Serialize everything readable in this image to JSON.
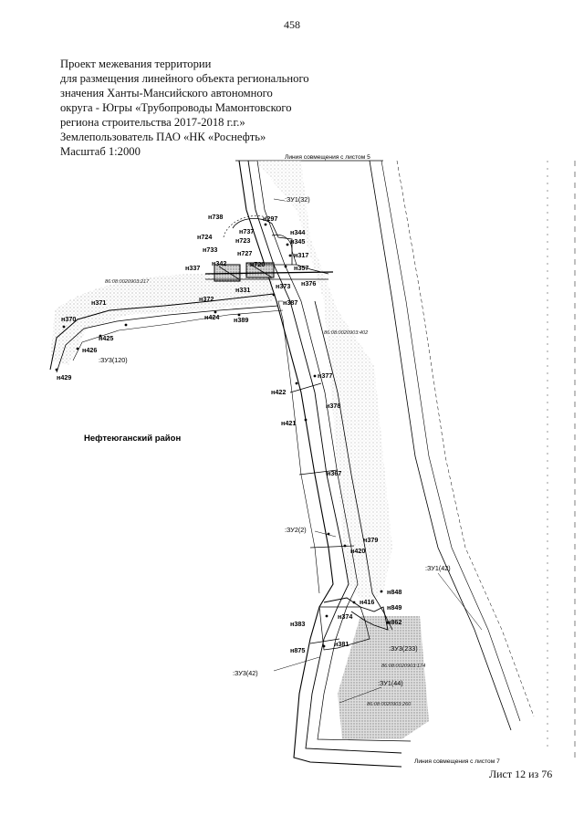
{
  "page_number": "458",
  "title_lines": [
    "Проект межевания территории",
    "для размещения линейного объекта регионального",
    "значения Ханты-Мансийского автономного",
    "округа - Югры «Трубопроводы Мамонтовского",
    "региона строительства 2017-2018 г.г.»",
    "Землепользователь ПАО «НК «Роснефть»",
    "Масштаб 1:2000"
  ],
  "sheet_label": "Лист 12 из 76",
  "map": {
    "match_line_top": "Линия совмещения с листом 5",
    "match_line_bottom": "Линия совмещения с листом 7",
    "district": "Нефтеюганский район",
    "parcels": [
      ":ЗУ1(32)",
      ":ЗУ3(120)",
      ":ЗУ2(2)",
      ":ЗУ1(42)",
      ":ЗУ3(233)",
      ":ЗУ3(42)",
      ":ЗУ1(44)"
    ],
    "cadastral": [
      "86:08:0020903:217",
      "86:08:0020903:402",
      "86:08:0020903:174",
      "86:08:0020903:260"
    ],
    "points": [
      {
        "id": "н738",
        "bold": true
      },
      {
        "id": "н297",
        "bold": true
      },
      {
        "id": "н737",
        "bold": true
      },
      {
        "id": "н724",
        "bold": true
      },
      {
        "id": "н723",
        "bold": true
      },
      {
        "id": "н727",
        "bold": true
      },
      {
        "id": "н733",
        "bold": true
      },
      {
        "id": "н344",
        "bold": true
      },
      {
        "id": "н345",
        "bold": true
      },
      {
        "id": "н317",
        "bold": true
      },
      {
        "id": "н337",
        "bold": true
      },
      {
        "id": "н342",
        "bold": true
      },
      {
        "id": "н720",
        "bold": true
      },
      {
        "id": "н357",
        "bold": true
      },
      {
        "id": "н331",
        "bold": true
      },
      {
        "id": "н373",
        "bold": true
      },
      {
        "id": "н376",
        "bold": true
      },
      {
        "id": "н372",
        "bold": true
      },
      {
        "id": "н387",
        "bold": true
      },
      {
        "id": "н371",
        "bold": true
      },
      {
        "id": "н424",
        "bold": true
      },
      {
        "id": "н389",
        "bold": true
      },
      {
        "id": "н370",
        "bold": true
      },
      {
        "id": "н425",
        "bold": true
      },
      {
        "id": "н426",
        "bold": true
      },
      {
        "id": "н429",
        "bold": true
      },
      {
        "id": "н377",
        "bold": true
      },
      {
        "id": "н422",
        "bold": true
      },
      {
        "id": "н378",
        "bold": true
      },
      {
        "id": "н421",
        "bold": true
      },
      {
        "id": "н367",
        "bold": true
      },
      {
        "id": "н379",
        "bold": true
      },
      {
        "id": "н420",
        "bold": true
      },
      {
        "id": "н848",
        "bold": true
      },
      {
        "id": "н416",
        "bold": true
      },
      {
        "id": "н849",
        "bold": true
      },
      {
        "id": "н374",
        "bold": true
      },
      {
        "id": "н862",
        "bold": true
      },
      {
        "id": "н383",
        "bold": true
      },
      {
        "id": "н381",
        "bold": true
      },
      {
        "id": "н875",
        "bold": true
      }
    ]
  }
}
